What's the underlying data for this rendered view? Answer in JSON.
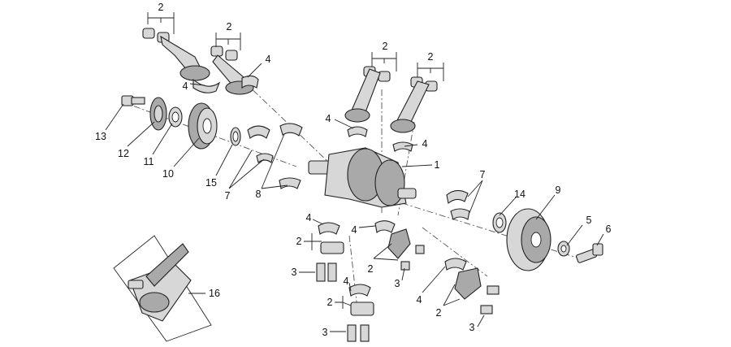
{
  "callouts": {
    "c2a": "2",
    "c2b": "2",
    "c2c": "2",
    "c2d": "2",
    "c4a": "4",
    "c4b": "4",
    "c4c": "4",
    "c4d": "4",
    "c4e": "4",
    "c4f": "4",
    "c4g": "4",
    "c4h": "4",
    "c13": "13",
    "c12": "12",
    "c11": "11",
    "c10": "10",
    "c15": "15",
    "c7a": "7",
    "c8": "8",
    "c1": "1",
    "c7b": "7",
    "c14": "14",
    "c9": "9",
    "c5": "5",
    "c6": "6",
    "c2e": "2",
    "c2f": "2",
    "c2g": "2",
    "c2h": "2",
    "c3a": "3",
    "c3b": "3",
    "c3c": "3",
    "c3d": "3",
    "c16": "16"
  }
}
